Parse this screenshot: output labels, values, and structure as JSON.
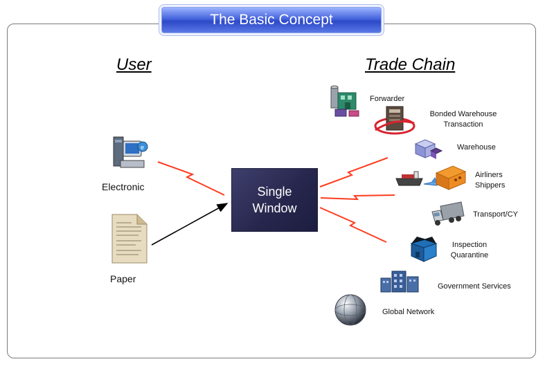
{
  "title": "The Basic Concept",
  "headings": {
    "user": "User",
    "trade_chain": "Trade Chain"
  },
  "users": {
    "electronic": "Electronic",
    "paper": "Paper"
  },
  "center": {
    "line1": "Single",
    "line2": "Window"
  },
  "trade_chain": {
    "forwarder": "Forwarder",
    "bonded_1": "Bonded Warehouse",
    "bonded_2": "Transaction",
    "warehouse": "Warehouse",
    "airliners_1": "Airliners",
    "airliners_2": "Shippers",
    "transport": "Transport/CY",
    "inspection_1": "Inspection",
    "inspection_2": "Quarantine",
    "government": "Government Services",
    "global": "Global Network"
  },
  "colors": {
    "title_tab": "#3a57d6",
    "window_box": "#2b2b52",
    "link_red": "#ff3b1f",
    "link_black": "#000000"
  }
}
